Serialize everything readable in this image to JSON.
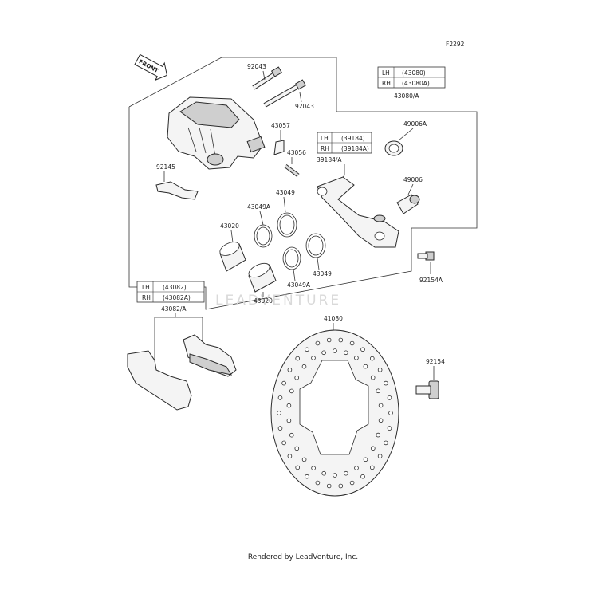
{
  "figure_id": "F2292",
  "front_label": "FRONT",
  "watermark": "LEADVENTURE",
  "footer": "Rendered by LeadVenture, Inc.",
  "parts": {
    "bleed_valve_a": "92043",
    "bleed_valve_b": "92043",
    "cap": "43057",
    "bleed_screw": "43056",
    "spring": "92145",
    "seal_a_top": "43049A",
    "seal_top": "43049",
    "piston_left": "43020",
    "piston_right": "43020",
    "seal_a_bottom": "43049A",
    "seal_bottom": "43049",
    "bracket_boot": "49006A",
    "bracket_pin": "49006",
    "bolt_bracket": "92154A",
    "disc": "41080",
    "bolt_disc": "92154"
  },
  "tables": {
    "caliper": {
      "label": "43080/A",
      "rows": [
        {
          "side": "LH",
          "code": "(43080)"
        },
        {
          "side": "RH",
          "code": "(43080A)"
        }
      ]
    },
    "bracket": {
      "label": "39184/A",
      "rows": [
        {
          "side": "LH",
          "code": "(39184)"
        },
        {
          "side": "RH",
          "code": "(39184A)"
        }
      ]
    },
    "pads": {
      "label": "43082/A",
      "rows": [
        {
          "side": "LH",
          "code": "(43082)"
        },
        {
          "side": "RH",
          "code": "(43082A)"
        }
      ]
    }
  }
}
